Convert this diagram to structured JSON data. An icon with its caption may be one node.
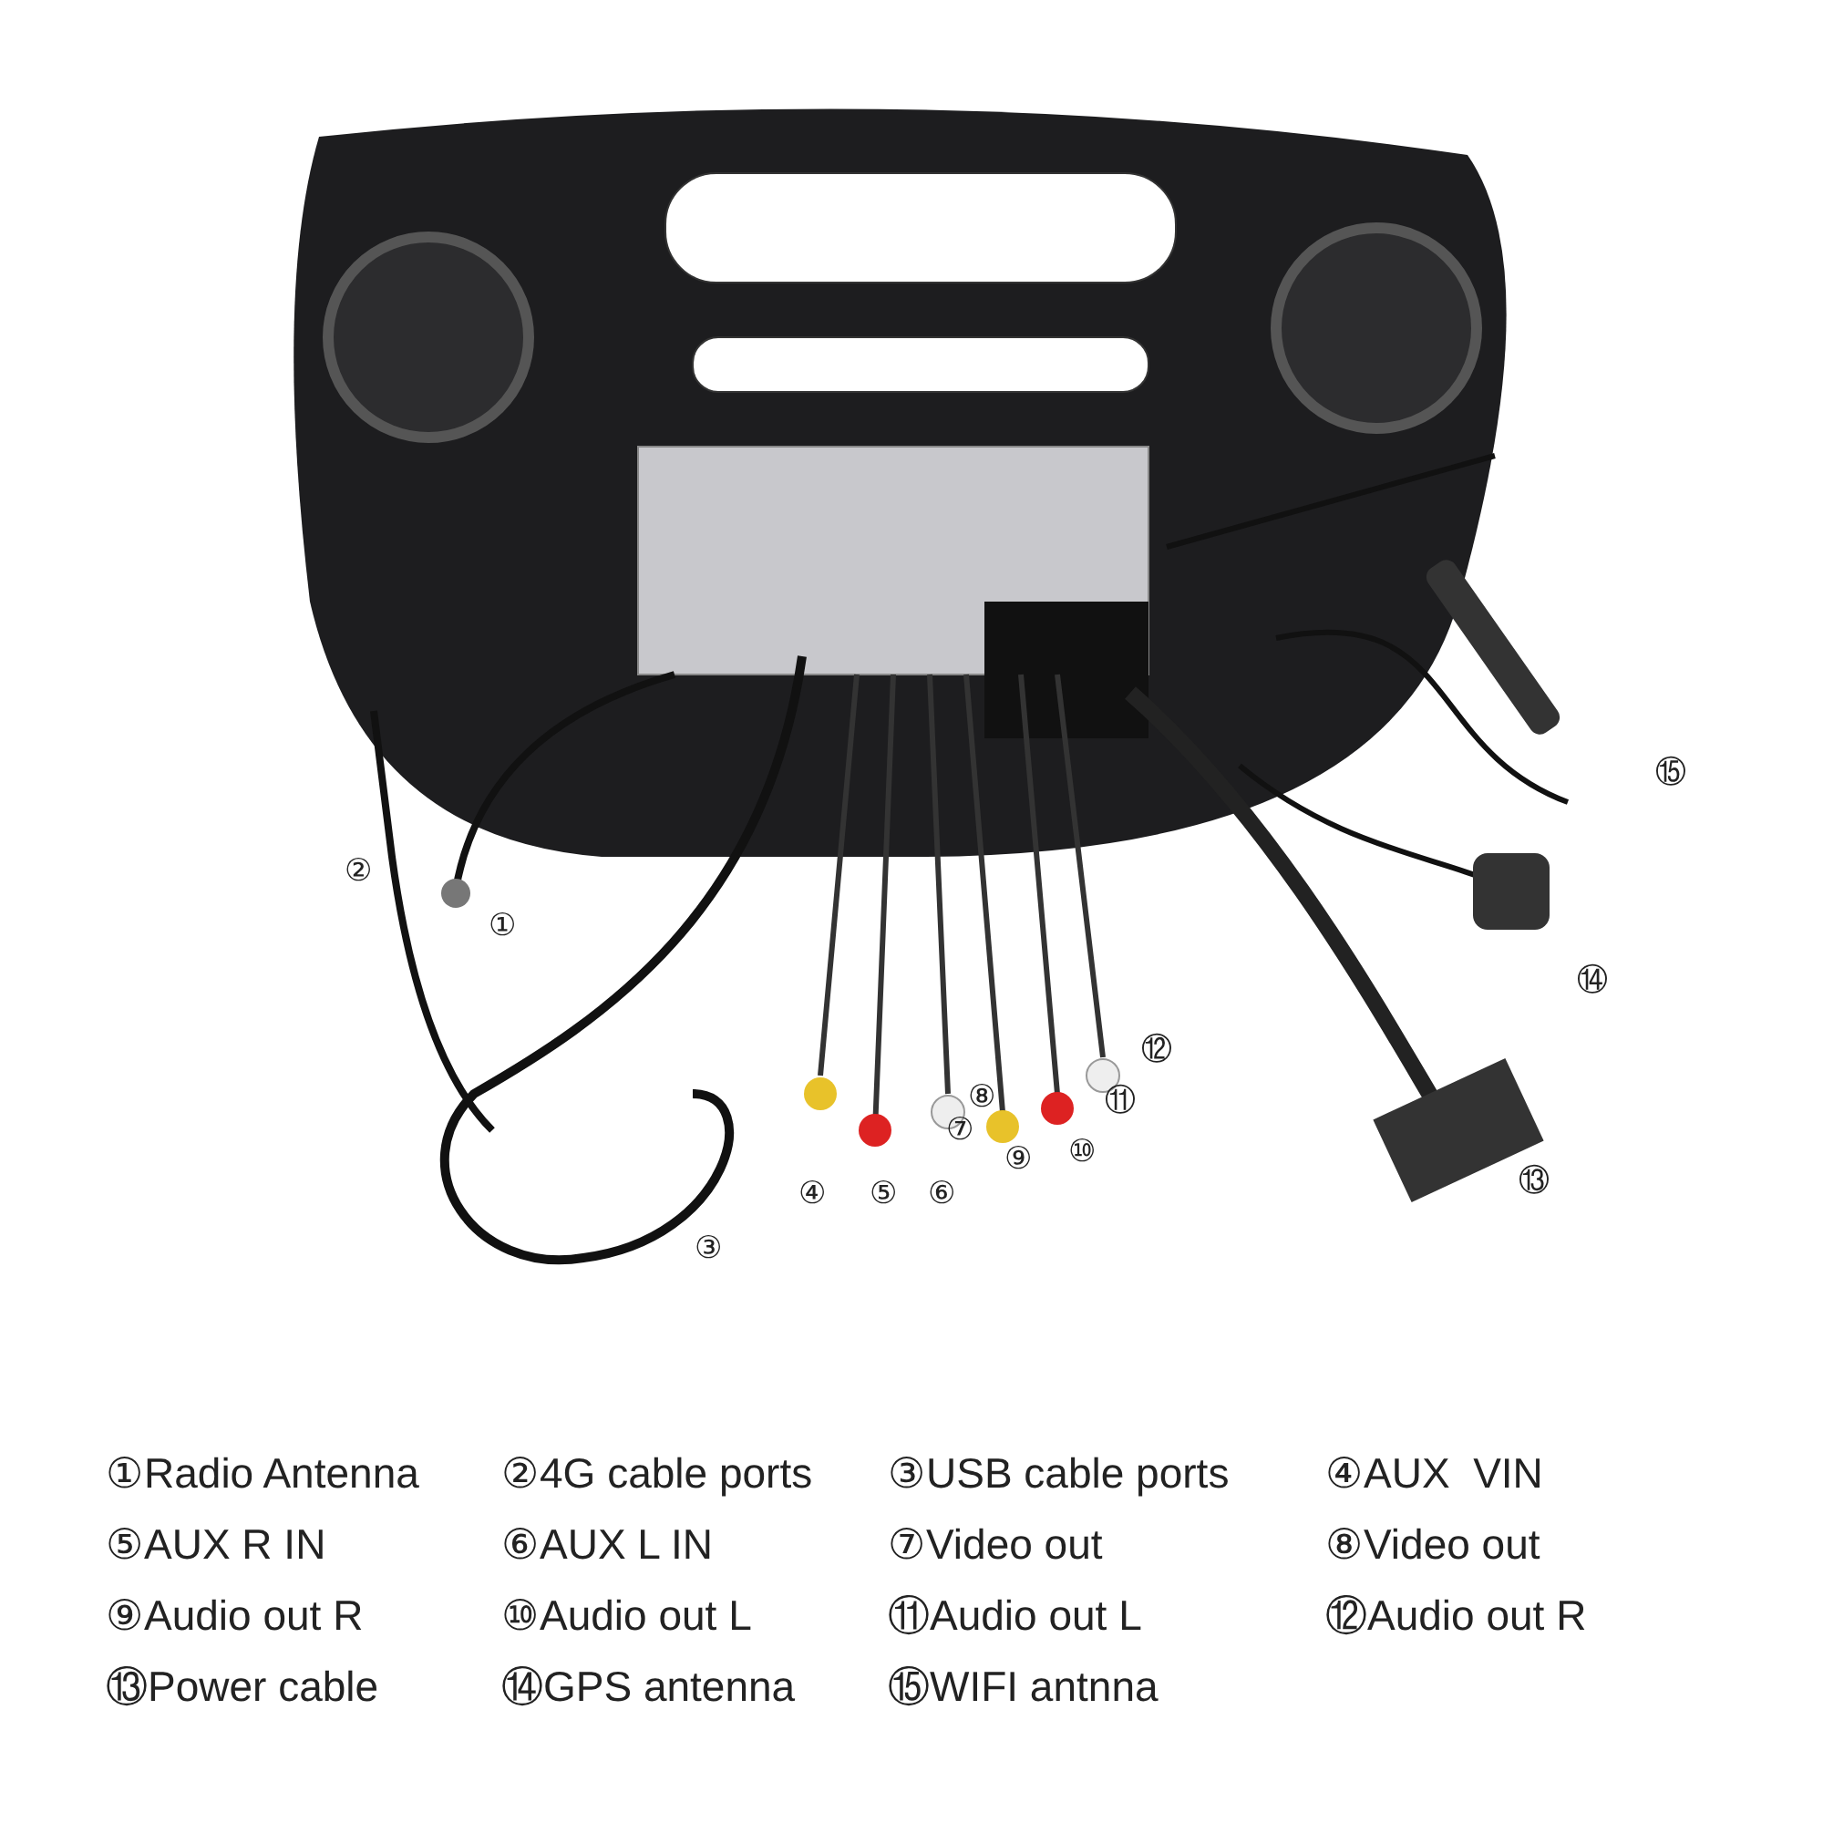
{
  "diagram": {
    "labels": [
      "⑮",
      "②",
      "①",
      "⑭",
      "⑫",
      "⑧",
      "⑪",
      "⑦",
      "⑨",
      "⑩",
      "⑬",
      "④",
      "⑤",
      "⑥",
      "③",
      "①Radio Antenna",
      "②4G cable ports",
      "③USB cable ports",
      "④AUX  VIN",
      "⑤AUX R IN",
      "⑥AUX L IN",
      "⑦Video out",
      "⑧Video out",
      "⑨Audio out R",
      "⑩Audio out L",
      "⑪Audio out L",
      "⑫Audio out R",
      "⑬Power cable",
      "⑭GPS antenna",
      "⑮WIFI antnna"
    ]
  }
}
